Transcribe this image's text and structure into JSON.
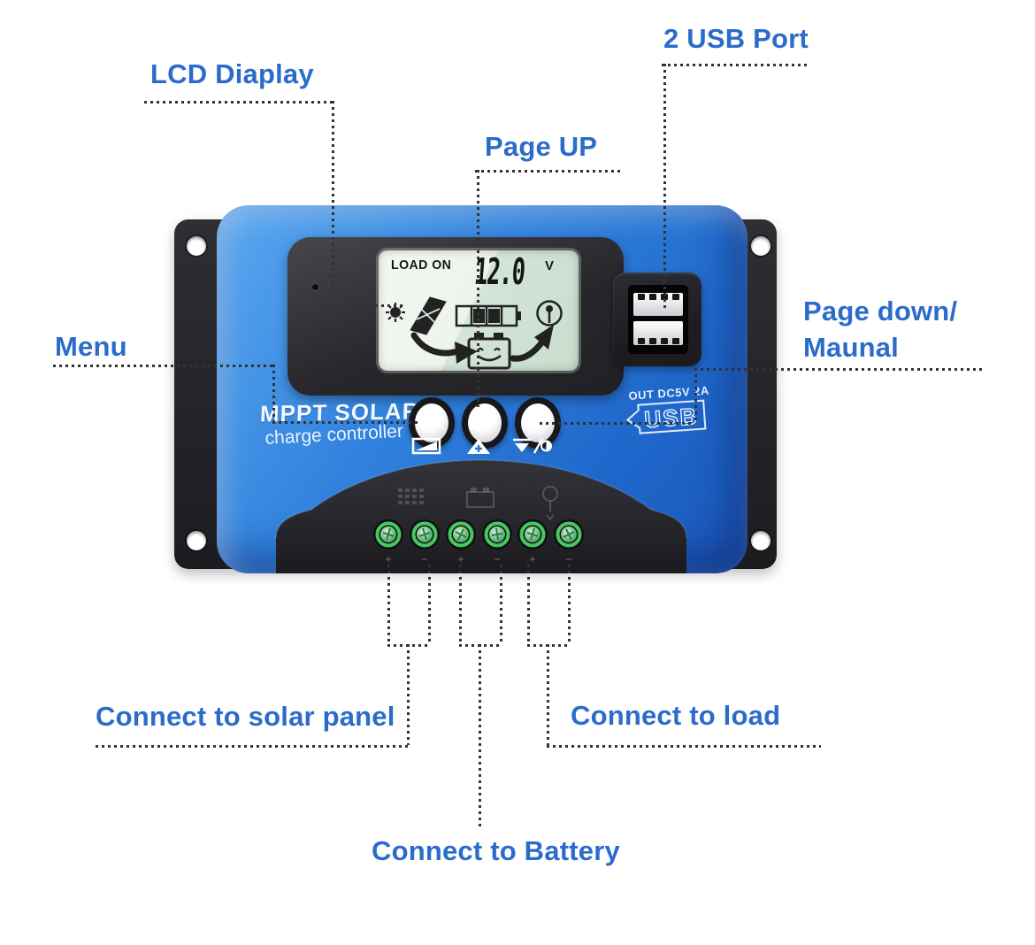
{
  "annotations": {
    "lcd_display": "LCD Diaplay",
    "page_up": "Page UP",
    "usb_port": "2 USB Port",
    "menu": "Menu",
    "page_down_line1": "Page down/",
    "page_down_line2": "Maunal",
    "connect_solar": "Connect to solar panel",
    "connect_load": "Connect to load",
    "connect_battery": "Connect to Battery"
  },
  "device": {
    "brand": "MPPT SOLAR",
    "brand_sub": "charge controller",
    "usb_output_label": "OUT DC5V 2A",
    "usb_logo": "USB",
    "lcd": {
      "status": "LOAD ON",
      "voltage": "12.0",
      "unit": "V",
      "icons": [
        "sun-solar-panel-icon",
        "battery-gauge-icon",
        "lamp-icon",
        "curved-arrow-left-icon",
        "battery-smiley-icon",
        "curved-arrow-right-icon"
      ]
    },
    "buttons": [
      "menu-button",
      "page-up-button",
      "page-down-manual-button"
    ],
    "button_icons": [
      "display-icon",
      "up-triangle-plus-icon",
      "down-triangle-lamp-icon"
    ],
    "terminals": {
      "count": 6,
      "polarity": [
        "+",
        "−",
        "+",
        "−",
        "+",
        "−"
      ],
      "group_icons": [
        "solar-panel-icon",
        "battery-icon",
        "lamp-icon"
      ]
    }
  },
  "colors": {
    "label_blue": "#2b6ccb",
    "body_blue": "#2e7bd9",
    "terminal_green": "#48c75f",
    "plate_black": "#232327",
    "lcd_bg": "#eef4ec"
  }
}
